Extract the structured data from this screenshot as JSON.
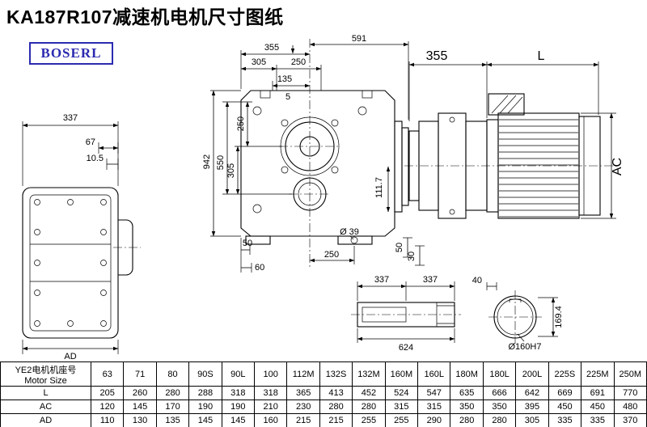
{
  "page": {
    "title": "KA187R107减速机电机尺寸图纸",
    "brand": "BOSERL"
  },
  "front_view": {
    "top_355": "355",
    "top_591": "591",
    "top_305": "305",
    "top_250": "250",
    "top_135": "135",
    "small_5": "5",
    "left_250": "250",
    "left_305": "305",
    "left_550": "550",
    "left_942": "942",
    "right_111_7": "111.7",
    "bottom_50": "50",
    "bottom_60": "60",
    "bottom_250": "250",
    "dia_39": "Ø 39",
    "bottom_right_50": "50",
    "bottom_right_30": "30"
  },
  "side_view": {
    "top_337": "337",
    "dim_67": "67",
    "dim_10_5": "10.5",
    "bottom_ad": "AD"
  },
  "motor_view": {
    "dim_355": "355",
    "dim_l": "L",
    "dim_ac": "AC"
  },
  "shaft_view": {
    "dim_337_left": "337",
    "dim_337_right": "337",
    "dim_624": "624"
  },
  "bore_view": {
    "dim_40": "40",
    "dim_169_4": "169.4",
    "dia_160": "Ø160H7"
  },
  "table": {
    "header_cn": "YE2电机机座号",
    "header_en": "Motor Size",
    "sizes": [
      "63",
      "71",
      "80",
      "90S",
      "90L",
      "100",
      "112M",
      "132S",
      "132M",
      "160M",
      "160L",
      "180M",
      "180L",
      "200L",
      "225S",
      "225M",
      "250M"
    ],
    "rows": [
      {
        "label": "L",
        "values": [
          "205",
          "260",
          "280",
          "288",
          "318",
          "318",
          "365",
          "413",
          "452",
          "524",
          "547",
          "635",
          "666",
          "642",
          "669",
          "691",
          "770"
        ]
      },
      {
        "label": "AC",
        "values": [
          "120",
          "145",
          "170",
          "190",
          "190",
          "210",
          "230",
          "280",
          "280",
          "315",
          "315",
          "350",
          "350",
          "395",
          "450",
          "450",
          "480"
        ]
      },
      {
        "label": "AD",
        "values": [
          "110",
          "130",
          "135",
          "145",
          "145",
          "160",
          "215",
          "215",
          "255",
          "255",
          "290",
          "280",
          "280",
          "305",
          "335",
          "335",
          "370"
        ]
      }
    ]
  }
}
